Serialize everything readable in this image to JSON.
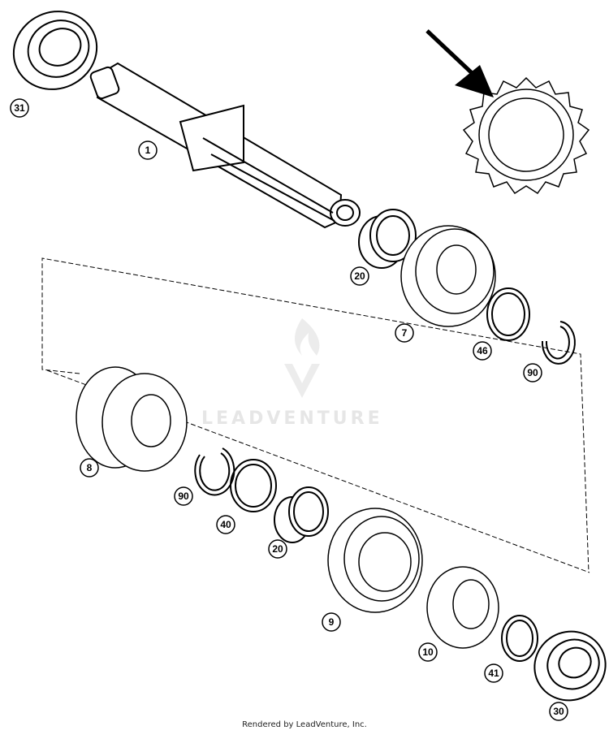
{
  "diagram": {
    "callouts": [
      {
        "id": "c31",
        "label": "31"
      },
      {
        "id": "c1",
        "label": "1"
      },
      {
        "id": "c20a",
        "label": "20"
      },
      {
        "id": "c7",
        "label": "7"
      },
      {
        "id": "c46",
        "label": "46"
      },
      {
        "id": "c90a",
        "label": "90"
      },
      {
        "id": "c8",
        "label": "8"
      },
      {
        "id": "c90b",
        "label": "90"
      },
      {
        "id": "c40",
        "label": "40"
      },
      {
        "id": "c20b",
        "label": "20"
      },
      {
        "id": "c9",
        "label": "9"
      },
      {
        "id": "c10",
        "label": "10"
      },
      {
        "id": "c41",
        "label": "41"
      },
      {
        "id": "c30",
        "label": "30"
      }
    ],
    "watermark": "LEADVENTURE",
    "footer": "Rendered by LeadVenture, Inc."
  },
  "colors": {
    "line": "#000000",
    "background": "#ffffff",
    "watermark": "#e6e6e6"
  }
}
